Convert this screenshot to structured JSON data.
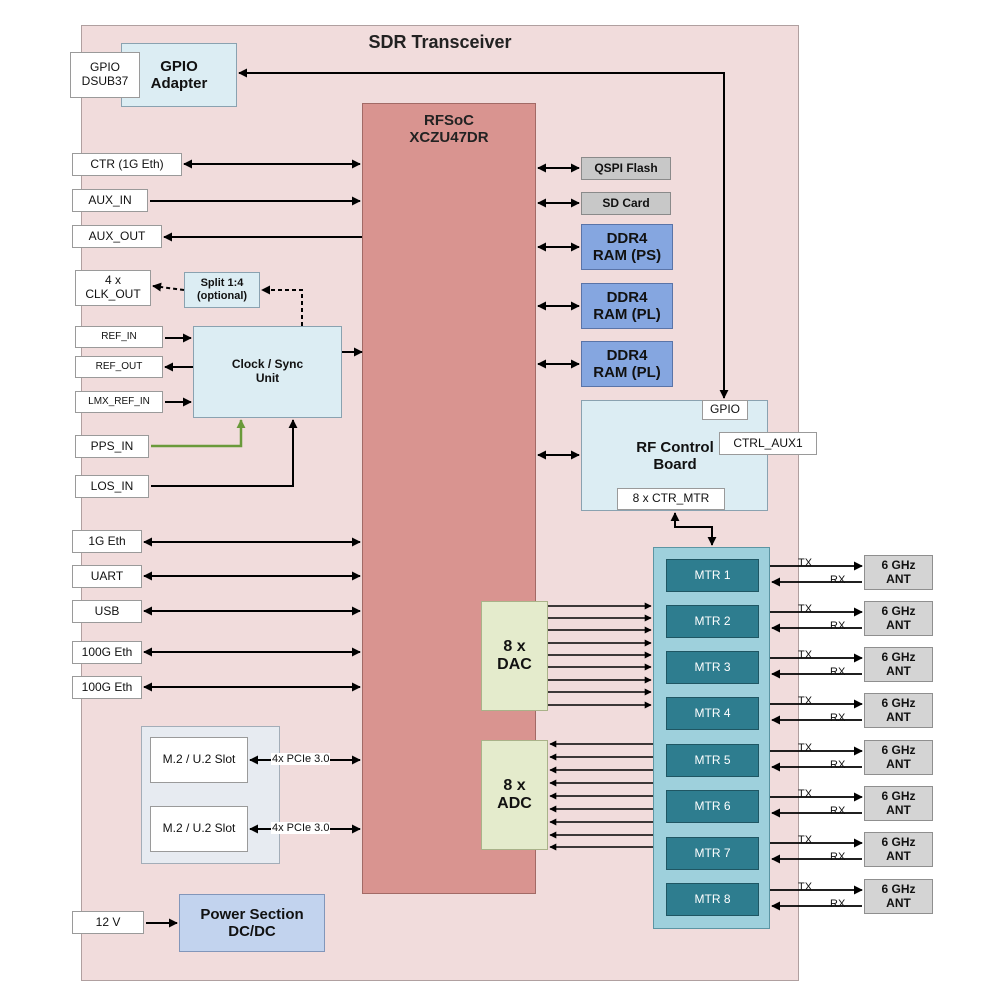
{
  "title": "SDR Transceiver",
  "gpio_dsub": "GPIO\nDSUB37",
  "gpio_adapter": "GPIO\nAdapter",
  "rfsoc": "RFSoC\nXCZU47DR",
  "left_io": {
    "ctr": "CTR (1G Eth)",
    "aux_in": "AUX_IN",
    "aux_out": "AUX_OUT",
    "clk_out": "4 x\nCLK_OUT",
    "ref_in": "REF_IN",
    "ref_out": "REF_OUT",
    "lmx_ref_in": "LMX_REF_IN",
    "pps_in": "PPS_IN",
    "los_in": "LOS_IN",
    "eth1g": "1G Eth",
    "uart": "UART",
    "usb": "USB",
    "eth100g_1": "100G Eth",
    "eth100g_2": "100G Eth",
    "v12": "12 V"
  },
  "split": "Split 1:4\n(optional)",
  "clock_sync": "Clock / Sync\nUnit",
  "memory": {
    "qspi": "QSPI Flash",
    "sd": "SD Card",
    "ddr_ps": "DDR4\nRAM (PS)",
    "ddr_pl1": "DDR4\nRAM (PL)",
    "ddr_pl2": "DDR4\nRAM (PL)"
  },
  "rf_control": {
    "title": "RF Control\nBoard",
    "gpio": "GPIO",
    "ctrl_aux": "CTRL_AUX1",
    "ctr_mtr": "8 x CTR_MTR"
  },
  "dac": "8 x\nDAC",
  "adc": "8 x\nADC",
  "mtr": [
    "MTR 1",
    "MTR 2",
    "MTR 3",
    "MTR 4",
    "MTR 5",
    "MTR 6",
    "MTR 7",
    "MTR 8"
  ],
  "tx": "TX",
  "rx": "RX",
  "ant": "6 GHz\nANT",
  "storage": {
    "slot1": "M.2 / U.2 Slot",
    "slot2": "M.2 / U.2 Slot",
    "pcie1": "4x PCIe 3.0",
    "pcie2": "4x PCIe 3.0"
  },
  "power": "Power Section\nDC/DC",
  "colors": {
    "board": "#f1dcdc",
    "rfsoc": "#d99490",
    "light_blue": "#dcedf3",
    "ddr": "#85a6e0",
    "mtr": "#2e7d8f",
    "mtr_panel": "#9ed0dc",
    "dac_adc": "#e4ebcc",
    "pps_line": "#6a9a3a"
  }
}
